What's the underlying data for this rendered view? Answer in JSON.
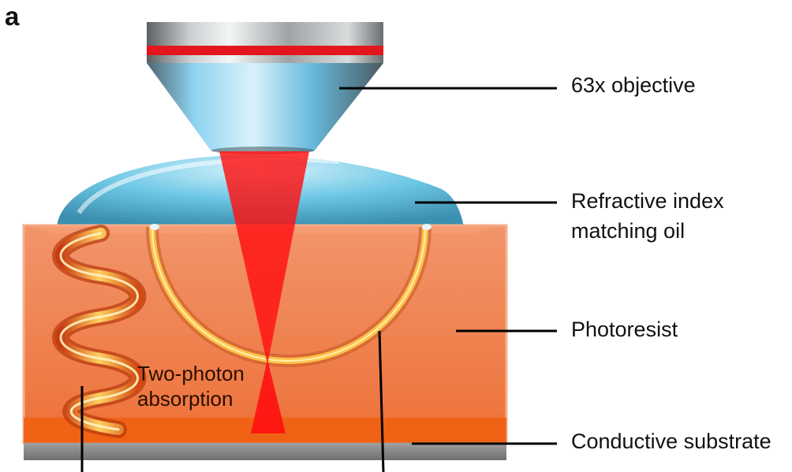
{
  "panel_label": "a",
  "labels": {
    "objective": "63x objective",
    "oil_line1": "Refractive index",
    "oil_line2": "matching oil",
    "photoresist": "Photoresist",
    "substrate": "Conductive substrate",
    "tpa_line1": "Two-photon",
    "tpa_line2": "absorption"
  },
  "colors": {
    "photoresist": "#f07a45",
    "laser": "#ff1010",
    "oil": "#6ec9e6",
    "substrate": "#8a8a8a",
    "structure": "#ffb020"
  }
}
